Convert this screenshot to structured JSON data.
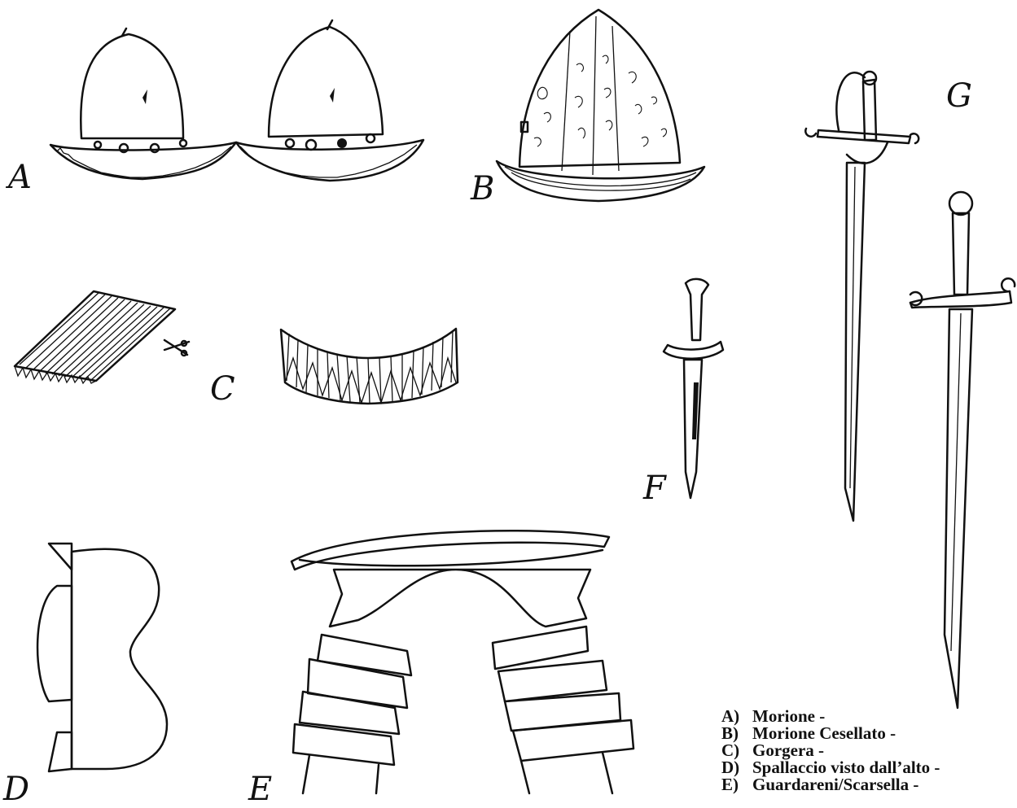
{
  "labels": {
    "a": "A",
    "b": "B",
    "c": "C",
    "d": "D",
    "e": "E",
    "f": "F",
    "g": "G"
  },
  "legend": [
    {
      "key": "A)",
      "text": "Morione -"
    },
    {
      "key": "B)",
      "text": "Morione Cesellato -"
    },
    {
      "key": "C)",
      "text": "Gorgera -"
    },
    {
      "key": "D)",
      "text": "Spallaccio visto dall’alto -"
    },
    {
      "key": "E)",
      "text": "Guardareni/Scarsella -"
    }
  ]
}
